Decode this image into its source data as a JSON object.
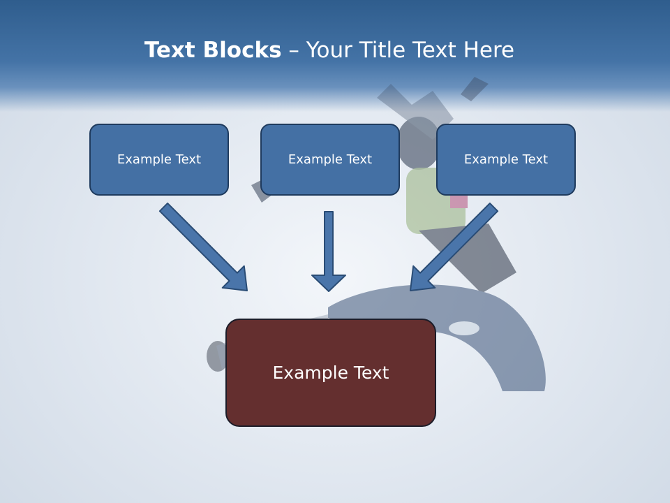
{
  "slide": {
    "title_bold": "Text Blocks",
    "title_dash": " – ",
    "title_rest": "Your Title Text Here"
  },
  "diagram": {
    "sources": [
      {
        "label": "Example Text"
      },
      {
        "label": "Example Text"
      },
      {
        "label": "Example Text"
      }
    ],
    "target": {
      "label": "Example Text"
    }
  },
  "colors": {
    "header": "#2f5d8d",
    "source_box": "#4470a4",
    "target_box": "#642f2f",
    "arrow": "#4a75aa"
  }
}
